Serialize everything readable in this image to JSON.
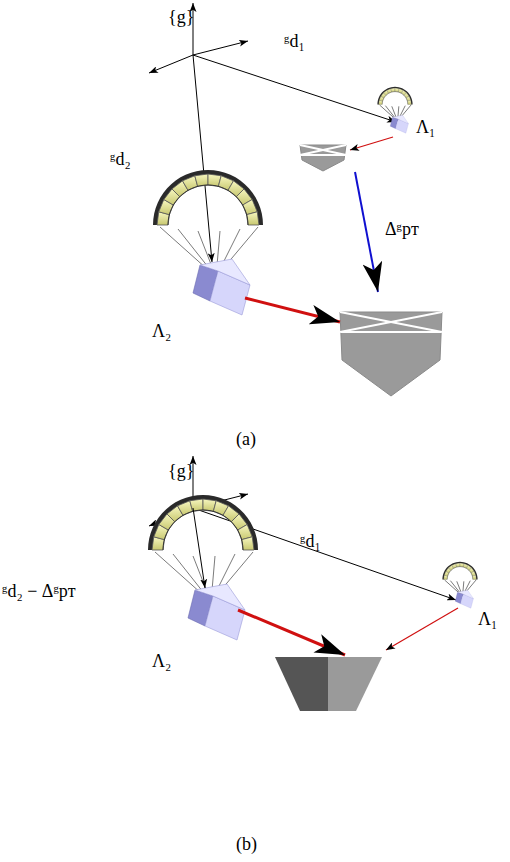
{
  "diagram": {
    "labels": [
      "{g}",
      "ᵍd₁",
      "ᵍd₂",
      "Λ₁",
      "Δᵍpᴛ",
      "Λ₂",
      "(a)",
      "{g}",
      "ᵍd₁",
      "ᵍd₂ − Δᵍpᴛ",
      "Λ₂",
      "Λ₁",
      "(b)"
    ]
  }
}
